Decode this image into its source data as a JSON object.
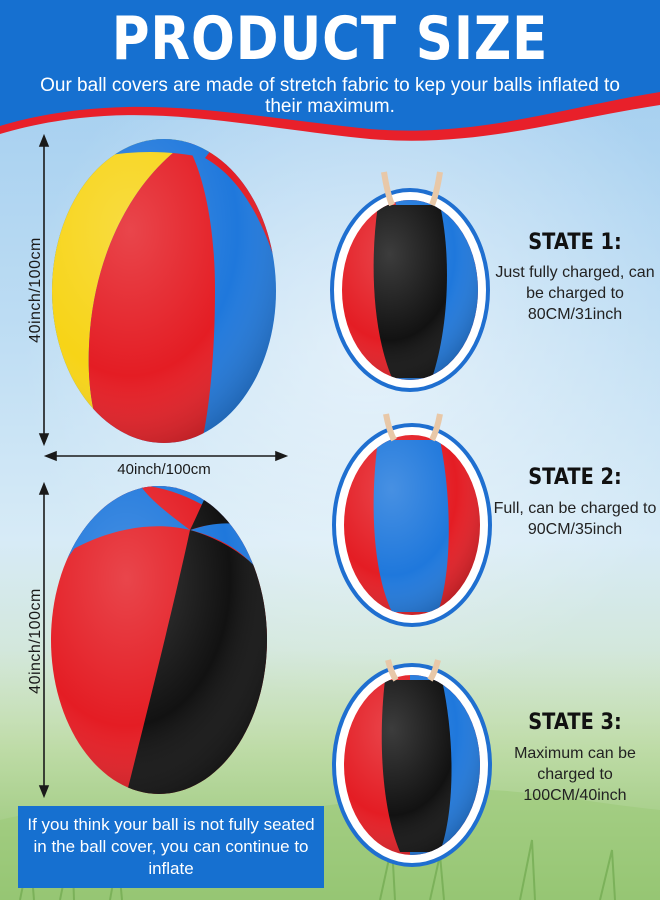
{
  "header": {
    "title": "PRODUCT SIZE",
    "subtitle": "Our ball covers are made of stretch fabric to kep your balls inflated to their maximum."
  },
  "dimensions": {
    "ball1_height": "40inch/100cm",
    "ball1_width": "40inch/100cm",
    "ball2_height": "40inch/100cm"
  },
  "states": [
    {
      "title": "STATE 1:",
      "description": "Just fully charged, can be charged to 80CM/31inch"
    },
    {
      "title": "STATE 2:",
      "description": "Full, can be charged to 90CM/35inch"
    },
    {
      "title": "STATE 3:",
      "description": "Maximum can be charged to 100CM/40inch"
    }
  ],
  "note": {
    "text": "If you think your ball is not fully seated in the ball cover, you can continue to inflate"
  },
  "colors": {
    "header_blue": "#1670d0",
    "wave_red": "#e8202a",
    "ball_red": "#e41d24",
    "ball_blue": "#1f78dc",
    "ball_yellow": "#f7d417",
    "ball_black": "#121212",
    "ring_blue": "#1f6fd0"
  }
}
